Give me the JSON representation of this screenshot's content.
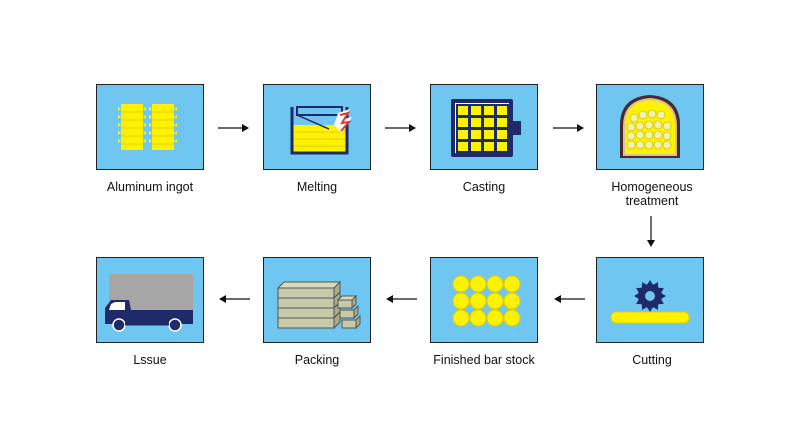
{
  "colors": {
    "panel_bg": "#6ec6f1",
    "yellow": "#fff200",
    "navy": "#1f2a6b",
    "dark_outline": "#222222",
    "gray": "#a6a6a6",
    "box_tan": "#c7c9a8",
    "red": "#d93a2e",
    "arrow": "#111111"
  },
  "steps": [
    {
      "label": "Aluminum ingot",
      "icon": "aluminum-ingot-icon"
    },
    {
      "label": "Melting",
      "icon": "melting-furnace-icon"
    },
    {
      "label": "Casting",
      "icon": "casting-mold-icon"
    },
    {
      "label": "Homogeneous\ntreatment",
      "icon": "homogenizing-furnace-icon"
    },
    {
      "label": "Cutting",
      "icon": "saw-blade-icon"
    },
    {
      "label": "Finished bar stock",
      "icon": "bar-stock-icon"
    },
    {
      "label": "Packing",
      "icon": "packed-boxes-icon"
    },
    {
      "label": "Lssue",
      "icon": "delivery-truck-icon"
    }
  ]
}
